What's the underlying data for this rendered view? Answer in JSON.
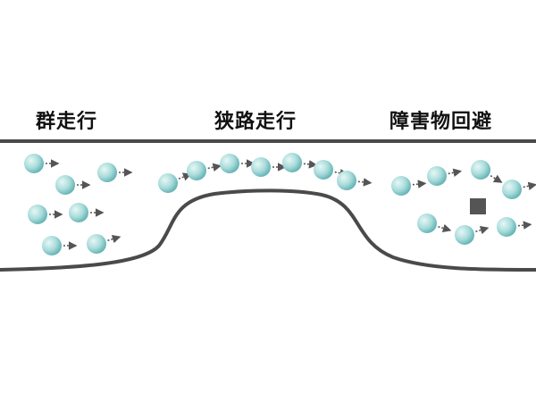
{
  "labels": {
    "flock": "群走行",
    "narrow": "狭路走行",
    "avoid": "障害物回避"
  },
  "colors": {
    "agent_light": "#d8f2f0",
    "agent_dark": "#69b9bb",
    "track": "#4a4a4a",
    "arrow": "#555555",
    "obstacle": "#555555"
  },
  "icons": {
    "agent": "agent-dot-icon",
    "direction": "direction-arrow-icon",
    "obstacle": "obstacle-square-icon"
  }
}
